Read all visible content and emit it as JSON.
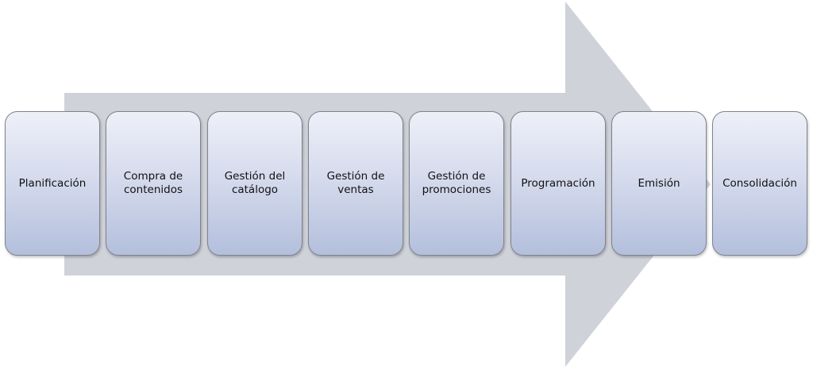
{
  "diagram": {
    "type": "process-arrow",
    "colors": {
      "arrow": "#d0d2d9",
      "box_top": "#eef0f8",
      "box_bottom": "#b3bfdc",
      "border": "#7f838c"
    },
    "steps": [
      {
        "label": "Planificación"
      },
      {
        "label": "Compra de contenidos"
      },
      {
        "label": "Gestión del catálogo"
      },
      {
        "label": "Gestión de ventas"
      },
      {
        "label": "Gestión de promociones"
      },
      {
        "label": "Programación"
      },
      {
        "label": "Emisión"
      },
      {
        "label": "Consolidación"
      }
    ]
  }
}
